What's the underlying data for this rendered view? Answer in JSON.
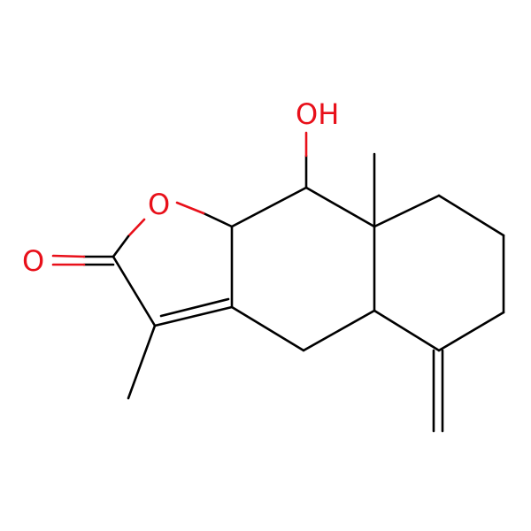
{
  "atom_labels": {
    "hydroxyl": "OH",
    "ring_oxygen": "O",
    "carbonyl_oxygen": "O"
  },
  "colors": {
    "bond": "#000000",
    "heteroatom": "#e8101a",
    "background": "#ffffff"
  }
}
